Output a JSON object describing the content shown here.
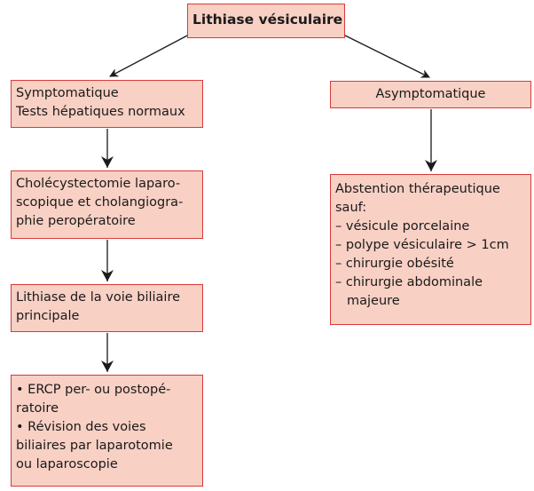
{
  "nodes": {
    "root": {
      "lines": [
        "Lithiase vésiculaire"
      ]
    },
    "symptomatique": {
      "lines": [
        "Symptomatique",
        "Tests hépatiques normaux"
      ]
    },
    "asymptomatique": {
      "lines": [
        "Asymptomatique"
      ]
    },
    "cholecystectomie": {
      "lines": [
        "Cholécystectomie laparo-",
        "scopique et cholangiogra-",
        "phie peropératoire"
      ]
    },
    "abstention": {
      "lines": [
        "Abstention thérapeutique",
        "sauf:"
      ],
      "items": [
        "– vésicule porcelaine",
        "– polype vésiculaire > 1cm",
        "– chirurgie obésité",
        "– chirurgie abdominale"
      ],
      "continuation": "majeure"
    },
    "lithiase_vbp": {
      "lines": [
        "Lithiase de la voie biliaire",
        "principale"
      ]
    },
    "ercp": {
      "lines": [
        "• ERCP per- ou postopé-",
        "ratoire",
        "• Révision des voies",
        "biliaires par laparotomie",
        "ou laparoscopie"
      ]
    }
  },
  "edges": [
    {
      "from": "root",
      "to": "symptomatique"
    },
    {
      "from": "root",
      "to": "asymptomatique"
    },
    {
      "from": "symptomatique",
      "to": "cholecystectomie"
    },
    {
      "from": "cholecystectomie",
      "to": "lithiase_vbp"
    },
    {
      "from": "lithiase_vbp",
      "to": "ercp"
    },
    {
      "from": "asymptomatique",
      "to": "abstention"
    }
  ],
  "colors": {
    "box_fill": "#f8d0c4",
    "box_border": "#d83a3a",
    "arrow": "#1a1a1a"
  }
}
